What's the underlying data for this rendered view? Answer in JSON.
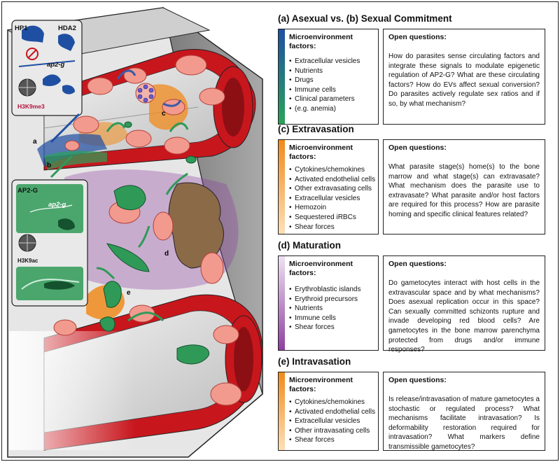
{
  "sections": [
    {
      "title": "(a) Asexual vs. (b) Sexual Commitment",
      "factors_heading": "Microenvironment factors:",
      "factors": [
        "Extracellular vesicles",
        "Nutrients",
        "Drugs",
        "Immune cells",
        "Clinical parameters",
        "(e.g. anemia)"
      ],
      "questions_heading": "Open questions:",
      "questions": "How do parasites sense circulating factors and integrate these signals to modulate epigenetic regulation of AP2-G? What are these circulating factors? How do EVs affect sexual conversion? Do parasites actively regulate sex ratios and if so, by what mechanism?",
      "gradient": [
        "#1f4fa3",
        "#2aa35a"
      ]
    },
    {
      "title": "(c) Extravasation",
      "factors_heading": "Microenvironment factors:",
      "factors": [
        "Cytokines/chemokines",
        "Activated endothelial cells",
        "Other extravasating cells",
        "Extracellular vesicles",
        "Hemozoin",
        "Sequestered iRBCs",
        "Shear forces"
      ],
      "questions_heading": "Open questions:",
      "questions": "What parasite stage(s) home(s) to the bone marrow and what stage(s) can extravasate? What mechanism does the parasite use to extravasate? What parasite and/or host factors are required for this process? How are parasite homing and specific clinical features related?",
      "gradient": [
        "#f08a1c",
        "#fde0b8"
      ]
    },
    {
      "title": "(d) Maturation",
      "factors_heading": "Microenvironment factors:",
      "factors": [
        "Erythroblastic islands",
        "Erythroid precursors",
        "Nutrients",
        "Immune cells",
        "Shear forces"
      ],
      "questions_heading": "Open questions:",
      "questions": "Do gametocytes interact with host cells in the extravascular space and by what mechanisms? Does asexual replication occur in this space? Can sexually committed schizonts rupture and invade developing red blood cells? Are gametocytes in the bone marrow parenchyma protected from drugs and/or immune responses?",
      "gradient": [
        "#efe2f2",
        "#8e3fa0"
      ]
    },
    {
      "title": "(e) Intravasation",
      "factors_heading": "Microenvironment factors:",
      "factors": [
        "Cytokines/chemokines",
        "Activated endothelial cells",
        "Extracellular vesicles",
        "Other intravasating cells",
        "Shear forces"
      ],
      "questions_heading": "Open questions:",
      "questions": "Is release/intravasation of mature gametocytes a stochastic or regulated process? What mechanisms facilitate intravasation? Is deformability restoration required for intravasation? What markers define transmissible gametocytes?",
      "gradient": [
        "#f08a1c",
        "#fde0b8"
      ]
    }
  ],
  "illustration": {
    "inset_top": {
      "hp1": "HP1",
      "hda2": "HDA2",
      "gene": "ap2-g",
      "mark": "H3K9me3"
    },
    "inset_bottom": {
      "ap2g": "AP2-G",
      "gene": "ap2-g",
      "mark": "H3K9ac"
    },
    "labels": {
      "a": "a",
      "b": "b",
      "c": "c",
      "d": "d",
      "e": "e"
    }
  },
  "colors": {
    "vessel_red": "#c8161d",
    "vessel_grey": "#d9d9d9",
    "rbc": "#f29a8e",
    "gametocyte": "#2f9a57",
    "bone": "#8a8a8a",
    "marrow_purple": "#8e3fa0",
    "orange": "#f08a1c",
    "blue": "#1f4fa3"
  }
}
